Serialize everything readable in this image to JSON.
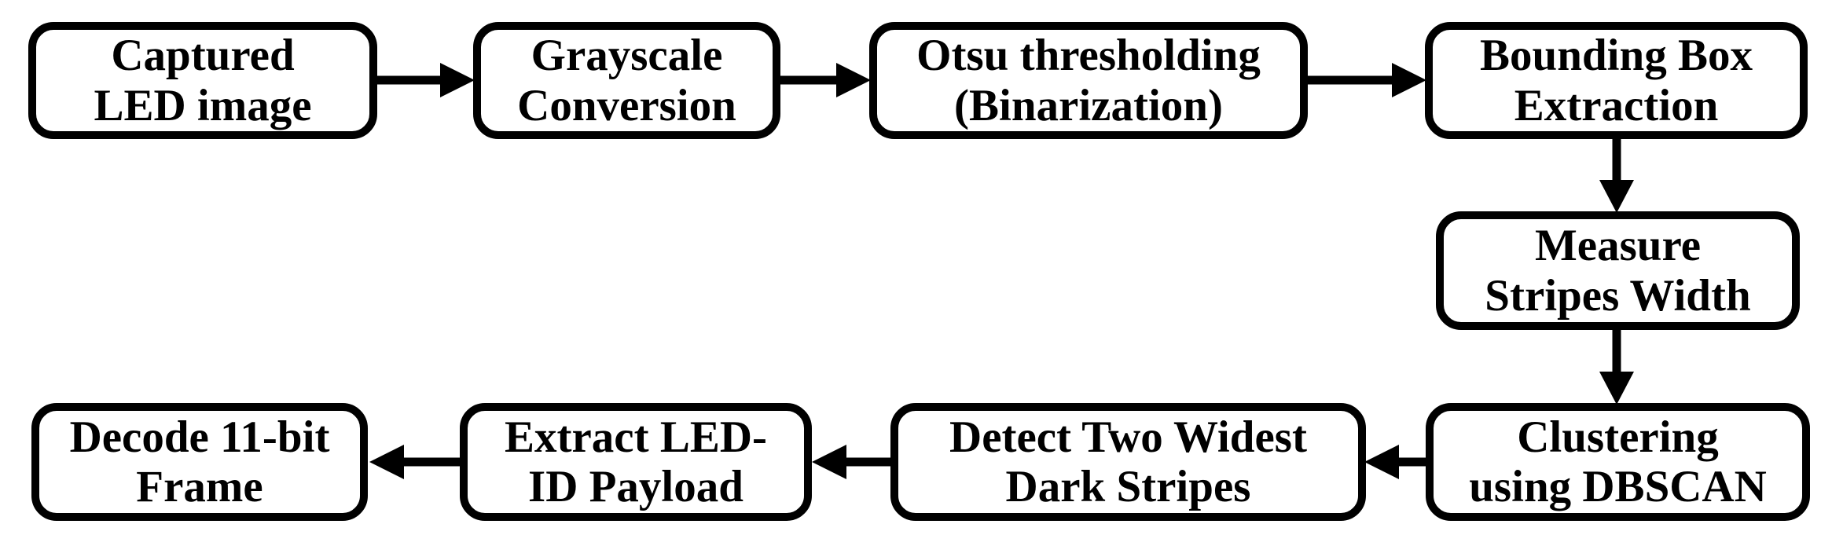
{
  "figure": {
    "type": "flowchart",
    "colors": {
      "stroke": "#000000",
      "node_fill": "#ffffff",
      "background": "#ffffff",
      "text": "#000000"
    },
    "nodes": [
      {
        "id": "captured-led-image",
        "lines": [
          "Captured",
          "LED image"
        ]
      },
      {
        "id": "grayscale-conversion",
        "lines": [
          "Grayscale",
          "Conversion"
        ]
      },
      {
        "id": "otsu-thresholding",
        "lines": [
          "Otsu thresholding",
          "(Binarization)"
        ]
      },
      {
        "id": "bounding-box-extraction",
        "lines": [
          "Bounding Box",
          "Extraction"
        ]
      },
      {
        "id": "measure-stripes-width",
        "lines": [
          "Measure",
          "Stripes Width"
        ]
      },
      {
        "id": "clustering-dbscan",
        "lines": [
          "Clustering",
          "using DBSCAN"
        ]
      },
      {
        "id": "detect-two-widest",
        "lines": [
          "Detect Two Widest",
          "Dark Stripes"
        ]
      },
      {
        "id": "extract-led-id-payload",
        "lines": [
          "Extract LED-",
          "ID Payload"
        ]
      },
      {
        "id": "decode-11-bit-frame",
        "lines": [
          "Decode 11-bit",
          "Frame"
        ]
      }
    ],
    "edges": [
      {
        "from": "captured-led-image",
        "to": "grayscale-conversion",
        "direction": "right"
      },
      {
        "from": "grayscale-conversion",
        "to": "otsu-thresholding",
        "direction": "right"
      },
      {
        "from": "otsu-thresholding",
        "to": "bounding-box-extraction",
        "direction": "right"
      },
      {
        "from": "bounding-box-extraction",
        "to": "measure-stripes-width",
        "direction": "down"
      },
      {
        "from": "measure-stripes-width",
        "to": "clustering-dbscan",
        "direction": "down"
      },
      {
        "from": "clustering-dbscan",
        "to": "detect-two-widest",
        "direction": "left"
      },
      {
        "from": "detect-two-widest",
        "to": "extract-led-id-payload",
        "direction": "left"
      },
      {
        "from": "extract-led-id-payload",
        "to": "decode-11-bit-frame",
        "direction": "left"
      }
    ]
  }
}
